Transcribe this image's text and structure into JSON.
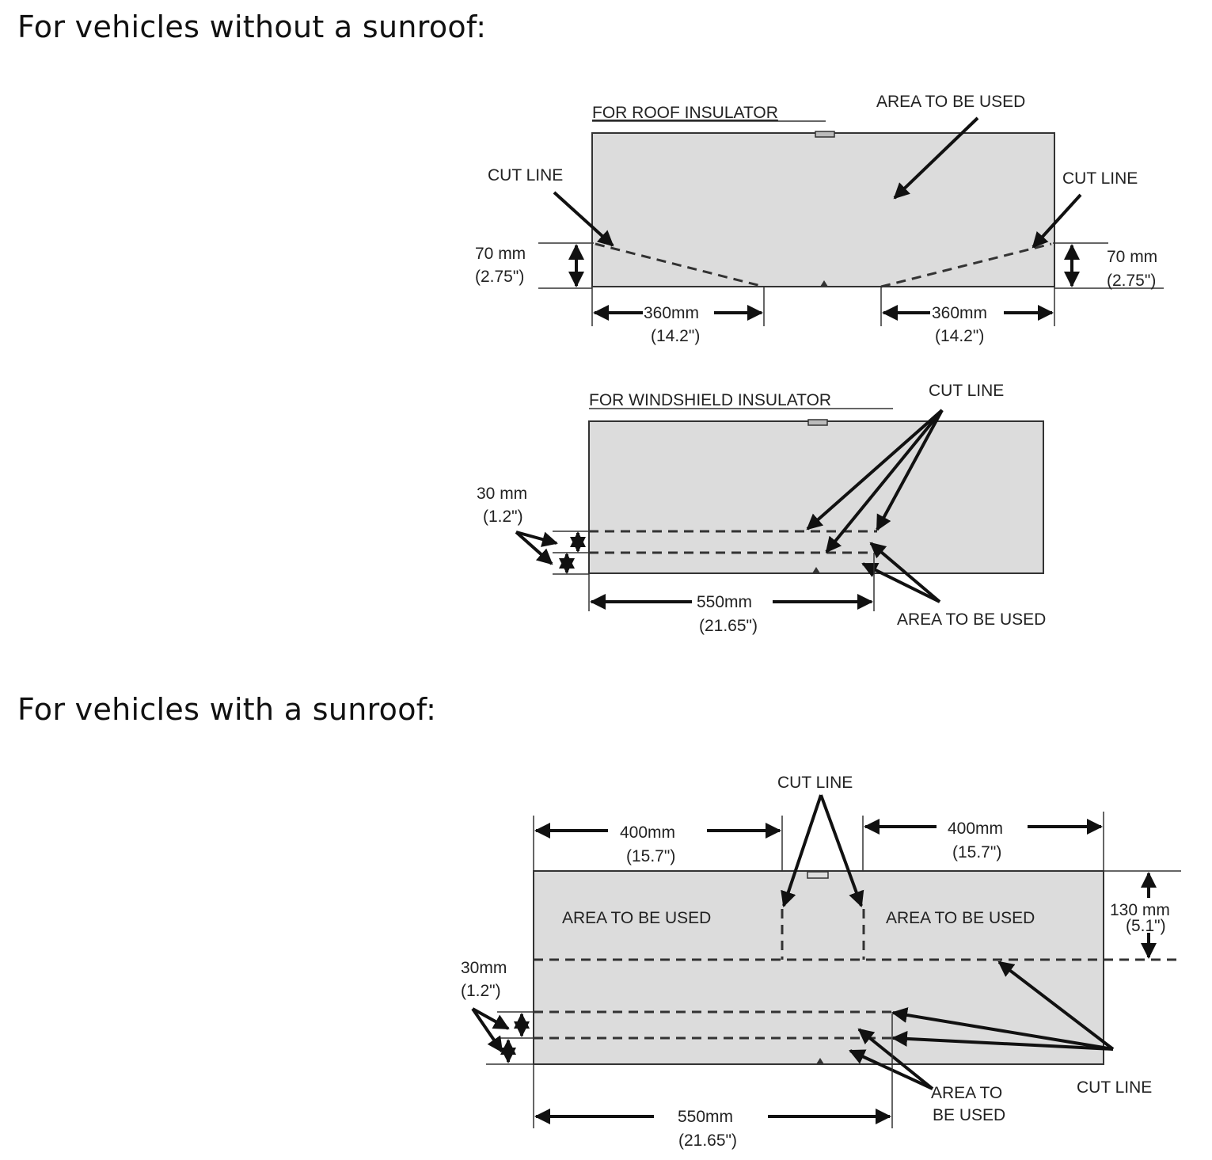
{
  "sections": [
    {
      "heading": "For vehicles without a sunroof:"
    },
    {
      "heading": "For vehicles with a sunroof:"
    }
  ],
  "roof": {
    "title": "FOR ROOF INSULATOR",
    "area_label": "AREA TO BE USED",
    "cut_left": "CUT LINE",
    "cut_right": "CUT LINE",
    "dim_h_left_mm": "70 mm",
    "dim_h_left_in": "(2.75\")",
    "dim_h_right_mm": "70 mm",
    "dim_h_right_in": "(2.75\")",
    "dim_w_left_mm": "360mm",
    "dim_w_left_in": "(14.2\")",
    "dim_w_right_mm": "360mm",
    "dim_w_right_in": "(14.2\")"
  },
  "windshield": {
    "title": "FOR WINDSHIELD INSULATOR",
    "cut_label": "CUT LINE",
    "dim_h_mm": "30 mm",
    "dim_h_in": "(1.2\")",
    "dim_w_mm": "550mm",
    "dim_w_in": "(21.65\")",
    "area_label": "AREA TO BE USED"
  },
  "sunroof": {
    "cut_top": "CUT LINE",
    "dim_w_left_mm": "400mm",
    "dim_w_left_in": "(15.7\")",
    "dim_w_right_mm": "400mm",
    "dim_w_right_in": "(15.7\")",
    "area_left": "AREA TO BE USED",
    "area_right": "AREA TO BE USED",
    "dim_h_right_mm": "130 mm",
    "dim_h_right_in": "(5.1\")",
    "dim_h_left_mm": "30mm",
    "dim_h_left_in": "(1.2\")",
    "dim_w_bottom_mm": "550mm",
    "dim_w_bottom_in": "(21.65\")",
    "area_bottom_1": "AREA TO",
    "area_bottom_2": "BE USED",
    "cut_bottom": "CUT LINE"
  }
}
